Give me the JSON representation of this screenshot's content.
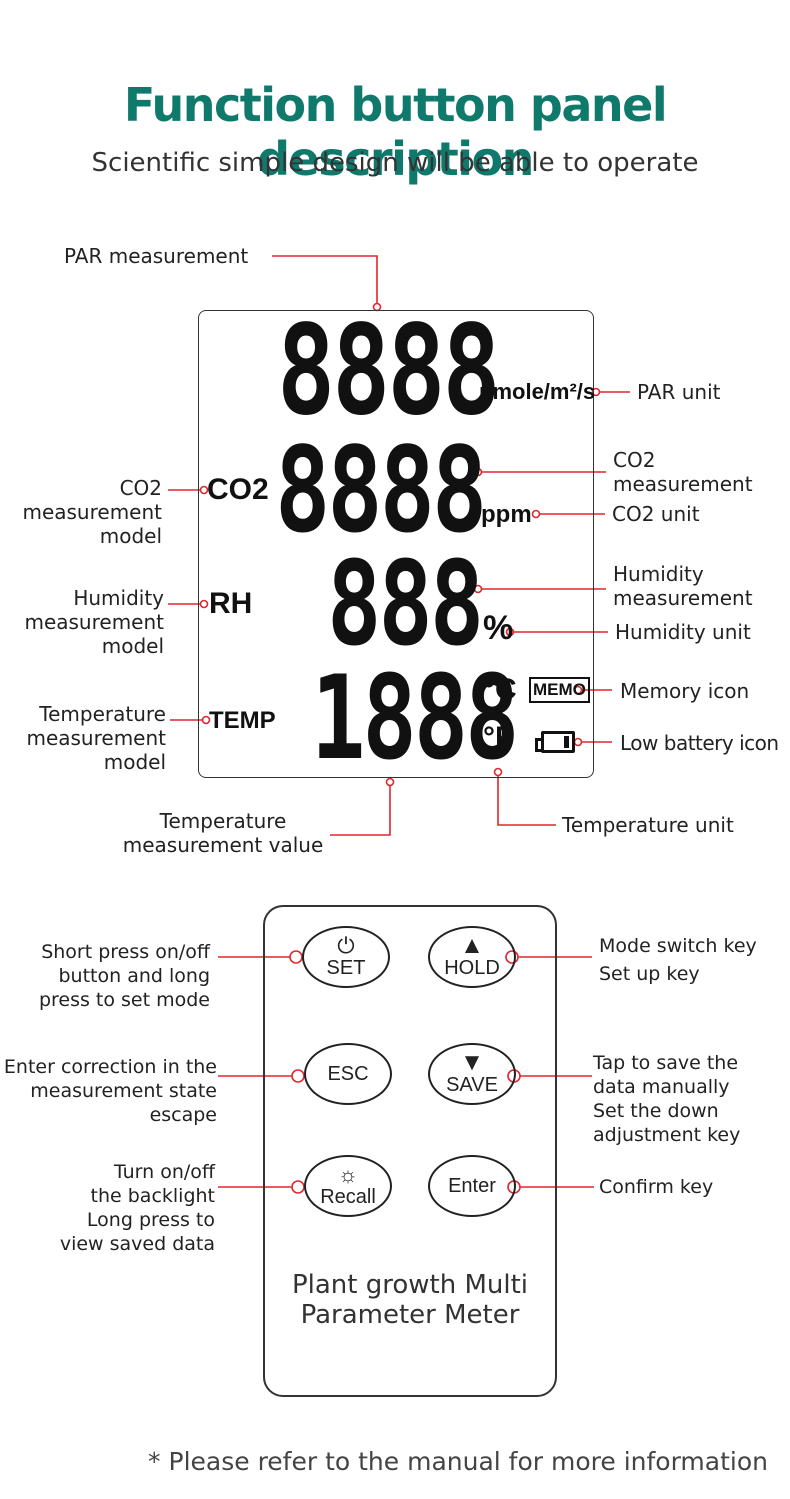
{
  "header": {
    "title": "Function button panel description",
    "subtitle": "Scientific simple design will be able to operate"
  },
  "display": {
    "digits_par": "8888",
    "digits_co2": "8888",
    "digits_rh": "888",
    "digits_temp": "1888",
    "co2_tag": "CO2",
    "rh_tag": "RH",
    "temp_tag": "TEMP",
    "par_unit": "μmole/m²/s",
    "co2_unit": "ppm",
    "rh_unit": "%",
    "celsius": "°C",
    "fahrenheit": "°F",
    "memo": "MEMO"
  },
  "callouts": {
    "par_measurement": "PAR measurement",
    "par_unit": "PAR unit",
    "co2_measurement": "CO2\nmeasurement",
    "co2_unit": "CO2 unit",
    "co2_model": "CO2\nmeasurement\nmodel",
    "humidity_measurement": "Humidity\nmeasurement",
    "humidity_unit": "Humidity unit",
    "humidity_model": "Humidity\nmeasurement\nmodel",
    "memory_icon": "Memory icon",
    "low_battery_icon": "Low battery icon",
    "temperature_model": "Temperature\nmeasurement\nmodel",
    "temperature_value": "Temperature\nmeasurement value",
    "temperature_unit": "Temperature unit"
  },
  "remote": {
    "set": "SET",
    "hold": "HOLD",
    "esc": "ESC",
    "save": "SAVE",
    "recall": "Recall",
    "enter": "Enter",
    "device_name": "Plant growth Multi\nParameter Meter"
  },
  "button_notes": {
    "set": "Short press on/off\nbutton and long\npress to set mode",
    "hold": "Mode switch key\nSet up key",
    "esc": "Enter correction in the\nmeasurement state\nescape",
    "save": "Tap to save the\ndata manually\nSet the down\nadjustment key",
    "recall": "Turn on/off\nthe backlight\nLong press to\nview saved data",
    "enter": "Confirm key"
  },
  "footer": {
    "note": "* Please refer to the manual for more information"
  },
  "colors": {
    "title": "#0f7a6c",
    "leader": "#e0262e"
  }
}
